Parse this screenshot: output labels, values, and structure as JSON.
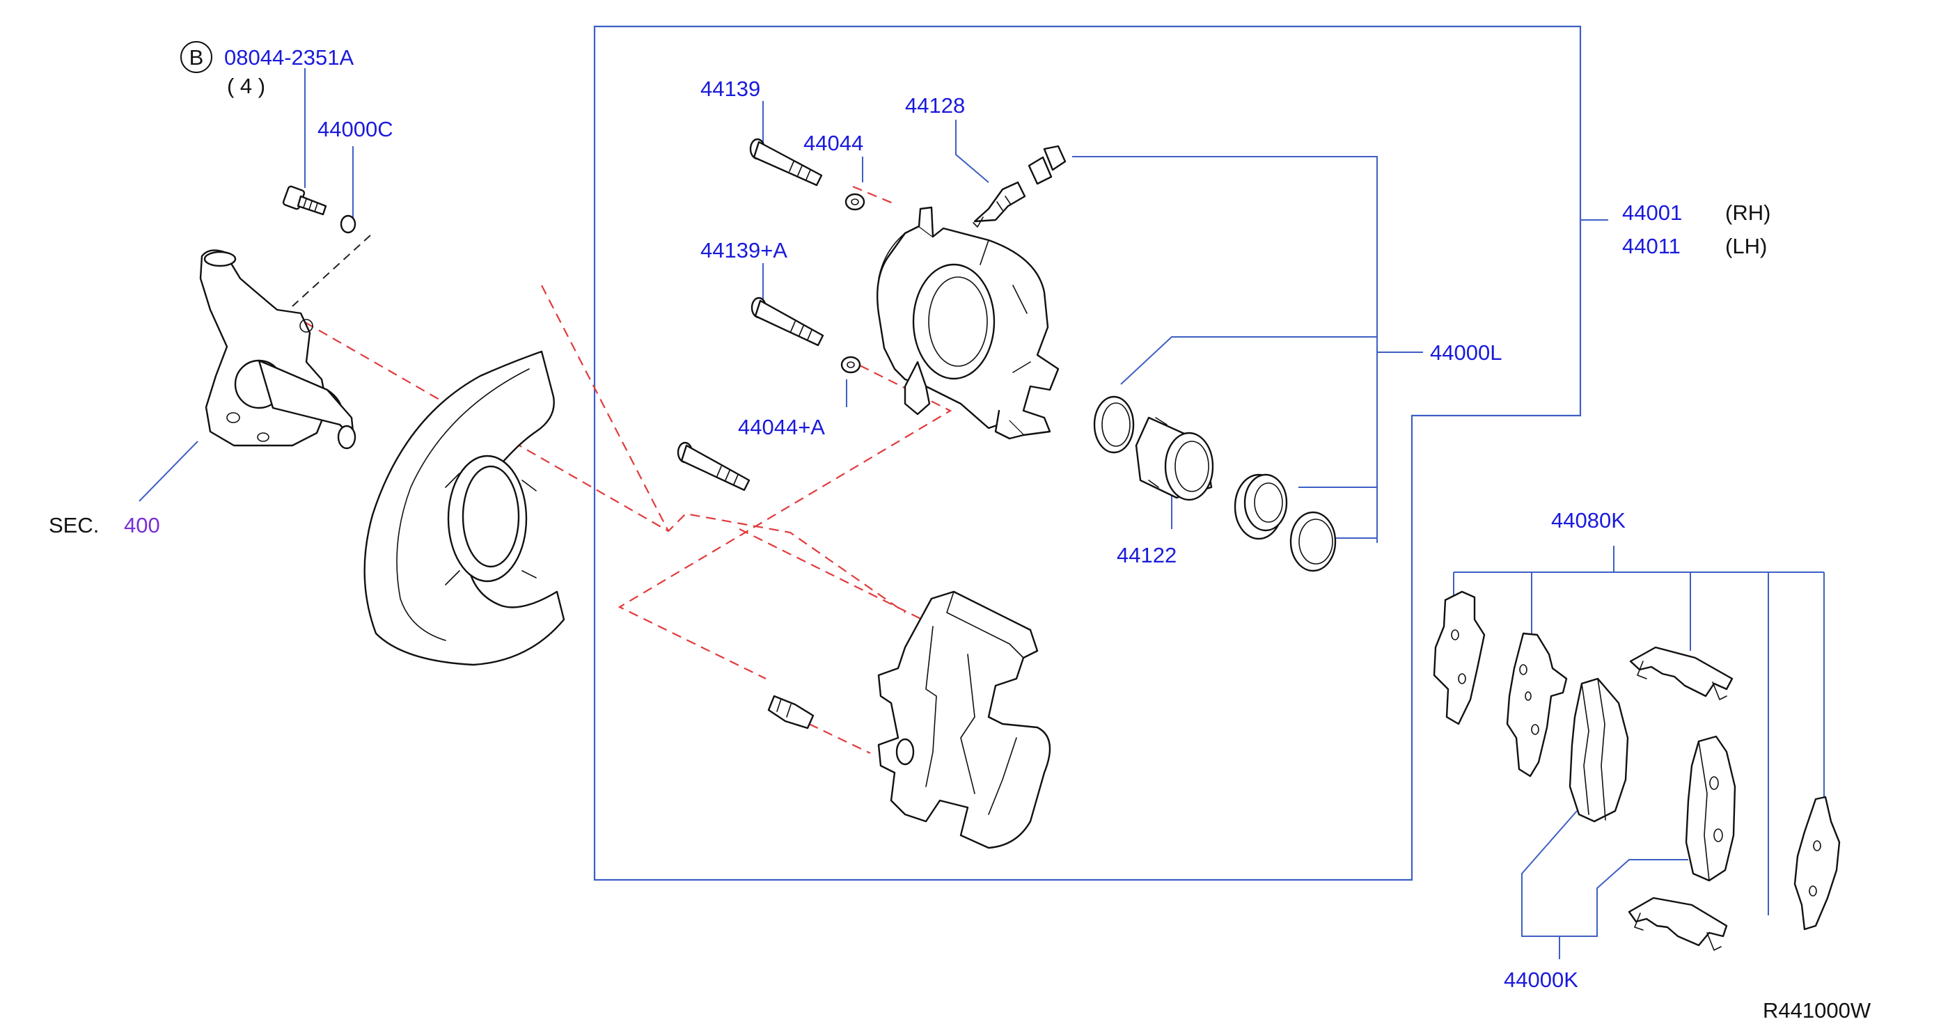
{
  "labels": {
    "bolt_code_marker": "B",
    "bolt_code": "08044-2351A",
    "bolt_qty": "( 4 )",
    "washer": "44000C",
    "sec_prefix": "SEC.",
    "sec_number": "400",
    "pin_upper": "44139",
    "pin_lower": "44139+A",
    "boot_upper": "44044",
    "boot_lower": "44044+A",
    "bleeder": "44128",
    "caliper_rh": "44001",
    "caliper_rh_side": "(RH)",
    "caliper_lh": "44011",
    "caliper_lh_side": "(LH)",
    "seal_kit": "44000L",
    "piston": "44122",
    "pad_kit": "44080K",
    "pad_set": "44000K",
    "figure_code": "R441000W"
  },
  "colors": {
    "label_blue": "#1a1adc",
    "leader_blue": "#3d5fc4",
    "assembly_red": "#e23a3a",
    "section_purple": "#7a2fd6"
  }
}
